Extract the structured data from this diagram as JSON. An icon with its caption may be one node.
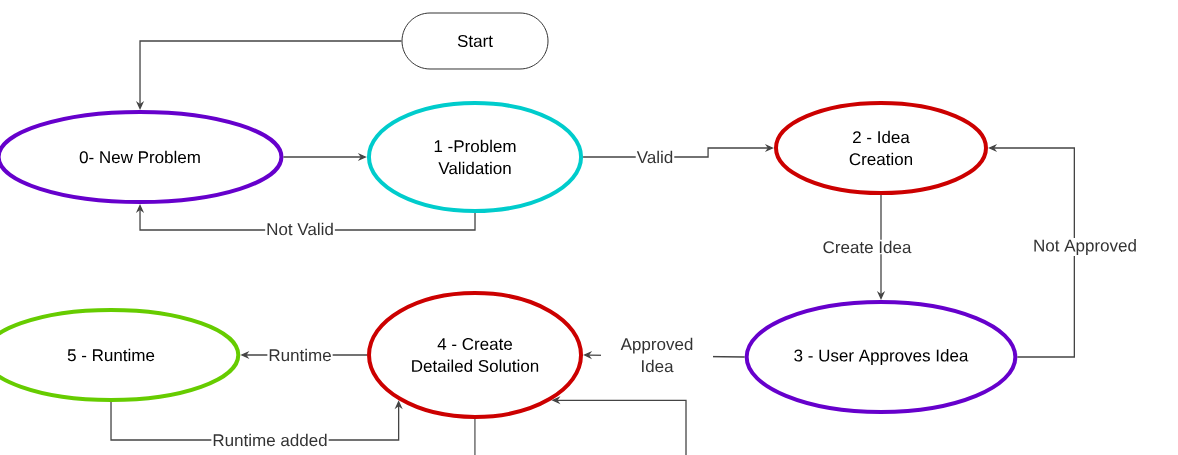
{
  "diagram": {
    "nodes": [
      {
        "text": [
          "Start"
        ]
      },
      {
        "text": [
          "0- New Problem"
        ]
      },
      {
        "text": [
          "1 -Problem Validation"
        ]
      },
      {
        "text": [
          "2 - Idea Creation"
        ]
      },
      {
        "text": [
          "3 - User Approves Idea"
        ]
      },
      {
        "text": [
          "4 - Create Detailed Solution"
        ]
      },
      {
        "text": [
          "5 - Runtime"
        ]
      }
    ],
    "edges": [
      {
        "from": 0,
        "to": 1,
        "arrow": "to"
      },
      {
        "from": 1,
        "to": 2,
        "arrow": "to"
      },
      {
        "from": 2,
        "to": 3,
        "arrow": "to",
        "label": "Valid"
      },
      {
        "from": 2,
        "to": 1,
        "arrow": "to",
        "label": "Not Valid"
      },
      {
        "from": 3,
        "to": 4,
        "arrow": "to",
        "label": "Create Idea"
      },
      {
        "from": 4,
        "to": 3,
        "arrow": "to",
        "label": "Not Approved"
      },
      {
        "from": 4,
        "to": 5,
        "arrow": "to",
        "label": "Approved Idea"
      },
      {
        "from": 5,
        "to": 6,
        "arrow": "to",
        "label": "Runtime"
      },
      {
        "from": 6,
        "to": 5,
        "arrow": "to",
        "label": "Runtime added"
      },
      {
        "from": 5,
        "to": null,
        "arrow": "none"
      },
      {
        "from": null,
        "to": 5,
        "arrow": "to"
      }
    ]
  }
}
